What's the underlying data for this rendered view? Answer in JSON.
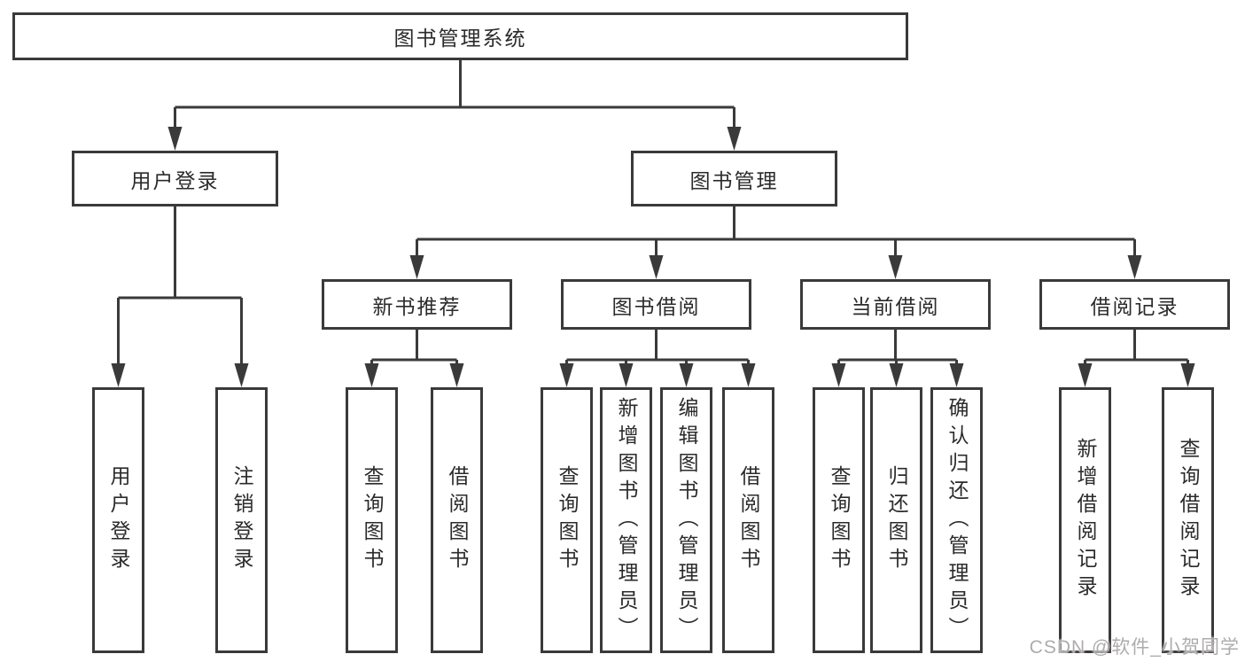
{
  "tree": {
    "label": "图书管理系统",
    "children": [
      {
        "label": "用户登录",
        "children": [
          {
            "label": "用户登录"
          },
          {
            "label": "注销登录"
          }
        ]
      },
      {
        "label": "图书管理",
        "children": [
          {
            "label": "新书推荐",
            "children": [
              {
                "label": "查询图书"
              },
              {
                "label": "借阅图书"
              }
            ]
          },
          {
            "label": "图书借阅",
            "children": [
              {
                "label": "查询图书"
              },
              {
                "label": "新增图书（管理员）"
              },
              {
                "label": "编辑图书（管理员）"
              },
              {
                "label": "借阅图书"
              }
            ]
          },
          {
            "label": "当前借阅",
            "children": [
              {
                "label": "查询图书"
              },
              {
                "label": "归还图书"
              },
              {
                "label": "确认归还（管理员）"
              }
            ]
          },
          {
            "label": "借阅记录",
            "children": [
              {
                "label": "新增借阅记录"
              },
              {
                "label": "查询借阅记录"
              }
            ]
          }
        ]
      }
    ]
  },
  "watermark": {
    "text": "CSDN @软件_小贺同学"
  },
  "colors": {
    "line": "#3a3a3a",
    "box_border": "#3a3a3a",
    "text": "#2b2b2b",
    "background": "#ffffff",
    "watermark": "#aeabab"
  }
}
